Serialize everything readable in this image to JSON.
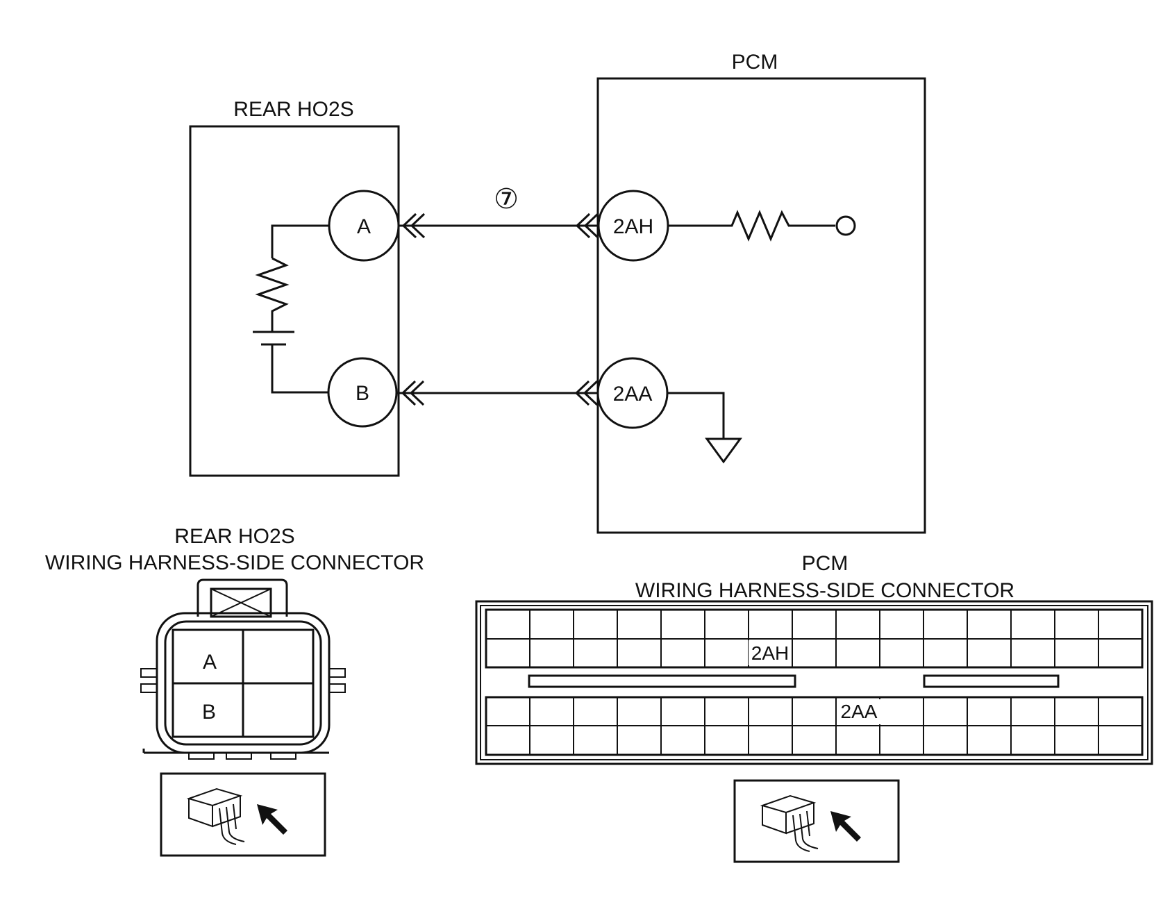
{
  "schematic": {
    "rear_ho2s": {
      "title": "REAR HO2S",
      "pin_a": "A",
      "pin_b": "B"
    },
    "pcm": {
      "title": "PCM",
      "pin_2ah": "2AH",
      "pin_2aa": "2AA"
    },
    "wire_a_marker": "⑦"
  },
  "rear_connector": {
    "title_line1": "REAR HO2S",
    "title_line2": "WIRING HARNESS-SIDE CONNECTOR",
    "cell_a": "A",
    "cell_b": "B"
  },
  "pcm_connector": {
    "title_line1": "PCM",
    "title_line2": "WIRING HARNESS-SIDE CONNECTOR",
    "label_2ah": "2AH",
    "label_2aa": "2AA"
  }
}
